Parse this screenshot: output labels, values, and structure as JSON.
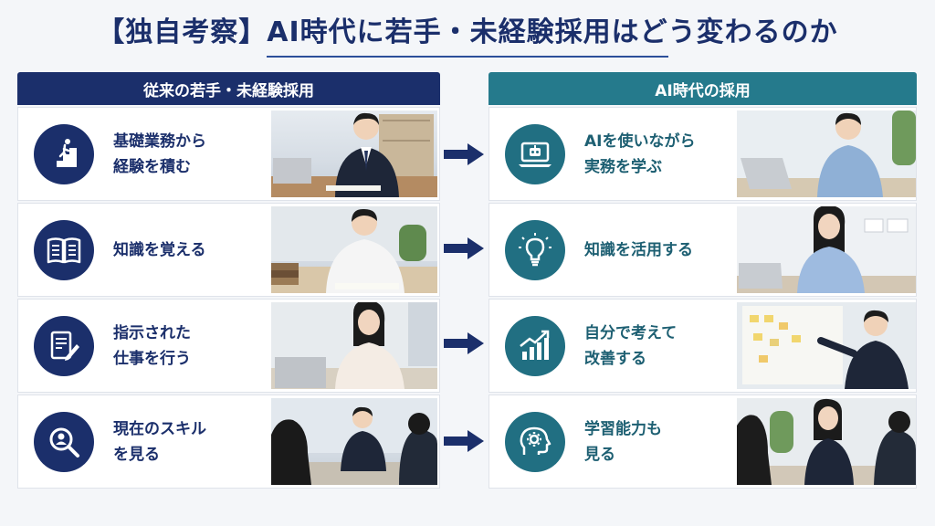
{
  "title": "【独自考察】AI時代に若手・未経験採用はどう変わるのか",
  "left_header": "従来の若手・未経験採用",
  "right_header": "AI時代の採用",
  "colors": {
    "navy": "#1b2f6b",
    "teal": "#257a8c",
    "accent": "#216f82"
  },
  "left_rows": [
    {
      "line1": "基礎業務から",
      "line2": "経験を積む",
      "icon": "stairs-climb-icon"
    },
    {
      "line1": "知識を覚える",
      "line2": "",
      "icon": "open-book-icon"
    },
    {
      "line1": "指示された",
      "line2": "仕事を行う",
      "icon": "document-pen-icon"
    },
    {
      "line1": "現在のスキル",
      "line2": "を見る",
      "icon": "magnifier-person-icon"
    }
  ],
  "right_rows": [
    {
      "line1": "AIを使いながら",
      "line2": "実務を学ぶ",
      "icon": "laptop-robot-icon"
    },
    {
      "line1": "知識を活用する",
      "line2": "",
      "icon": "lightbulb-icon"
    },
    {
      "line1": "自分で考えて",
      "line2": "改善する",
      "icon": "growth-chart-icon"
    },
    {
      "line1": "学習能力も",
      "line2": "見る",
      "icon": "head-gear-icon"
    }
  ]
}
